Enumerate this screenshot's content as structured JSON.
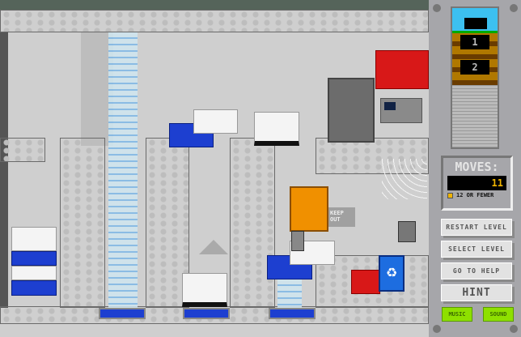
{
  "level_map": {
    "levels": [
      "1",
      "2"
    ]
  },
  "moves": {
    "label": "MOVES:",
    "count": "11",
    "goal": "12 OR FEWER",
    "goal_color": "#f0b400"
  },
  "buttons": {
    "restart": "RESTART LEVEL",
    "select": "SELECT LEVEL",
    "help": "GO TO HELP",
    "hint": "HINT"
  },
  "toggles": {
    "music": "MUSIC",
    "sound": "SOUND",
    "active_color": "#8ee000"
  },
  "scene": {
    "sign": "KEEP OUT",
    "colors": {
      "blue": "#1d3fd0",
      "red": "#d81818",
      "white": "#f4f4f4",
      "robot": "#f09000"
    }
  }
}
